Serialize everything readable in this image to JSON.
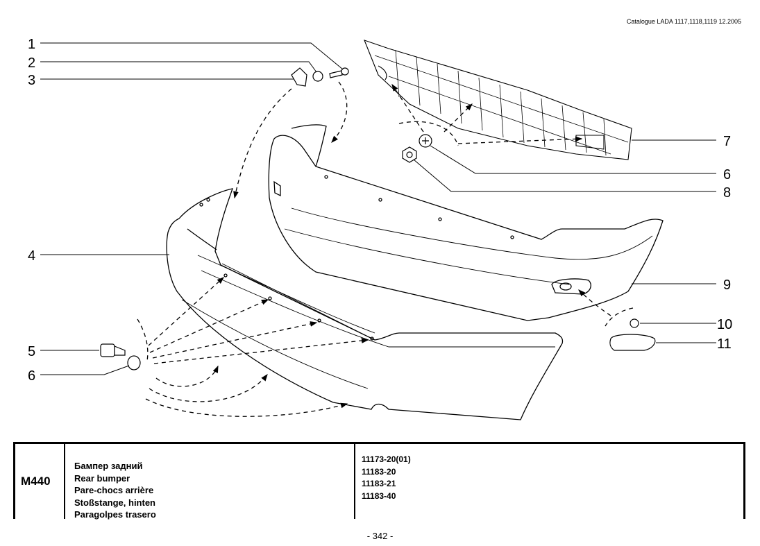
{
  "header": {
    "catalog_info": "Catalogue LADA 1117,1118,1119   12.2005"
  },
  "diagram": {
    "callouts": [
      {
        "id": "c1",
        "label": "1"
      },
      {
        "id": "c2",
        "label": "2"
      },
      {
        "id": "c3",
        "label": "3"
      },
      {
        "id": "c4",
        "label": "4"
      },
      {
        "id": "c5",
        "label": "5"
      },
      {
        "id": "c6a",
        "label": "6"
      },
      {
        "id": "c6b",
        "label": "6"
      },
      {
        "id": "c7",
        "label": "7"
      },
      {
        "id": "c8",
        "label": "8"
      },
      {
        "id": "c9",
        "label": "9"
      },
      {
        "id": "c10",
        "label": "10"
      },
      {
        "id": "c11",
        "label": "11"
      }
    ]
  },
  "table": {
    "code": "M440",
    "names": [
      "Бампер задний",
      "Rear bumper",
      "Pare-chocs arrière",
      "Stoßstange, hinten",
      "Paragolpes trasero"
    ],
    "part_numbers": [
      "11173-20(01)",
      "11183-20",
      "11183-21",
      "11183-40"
    ]
  },
  "footer": {
    "page_number": "- 342 -"
  }
}
